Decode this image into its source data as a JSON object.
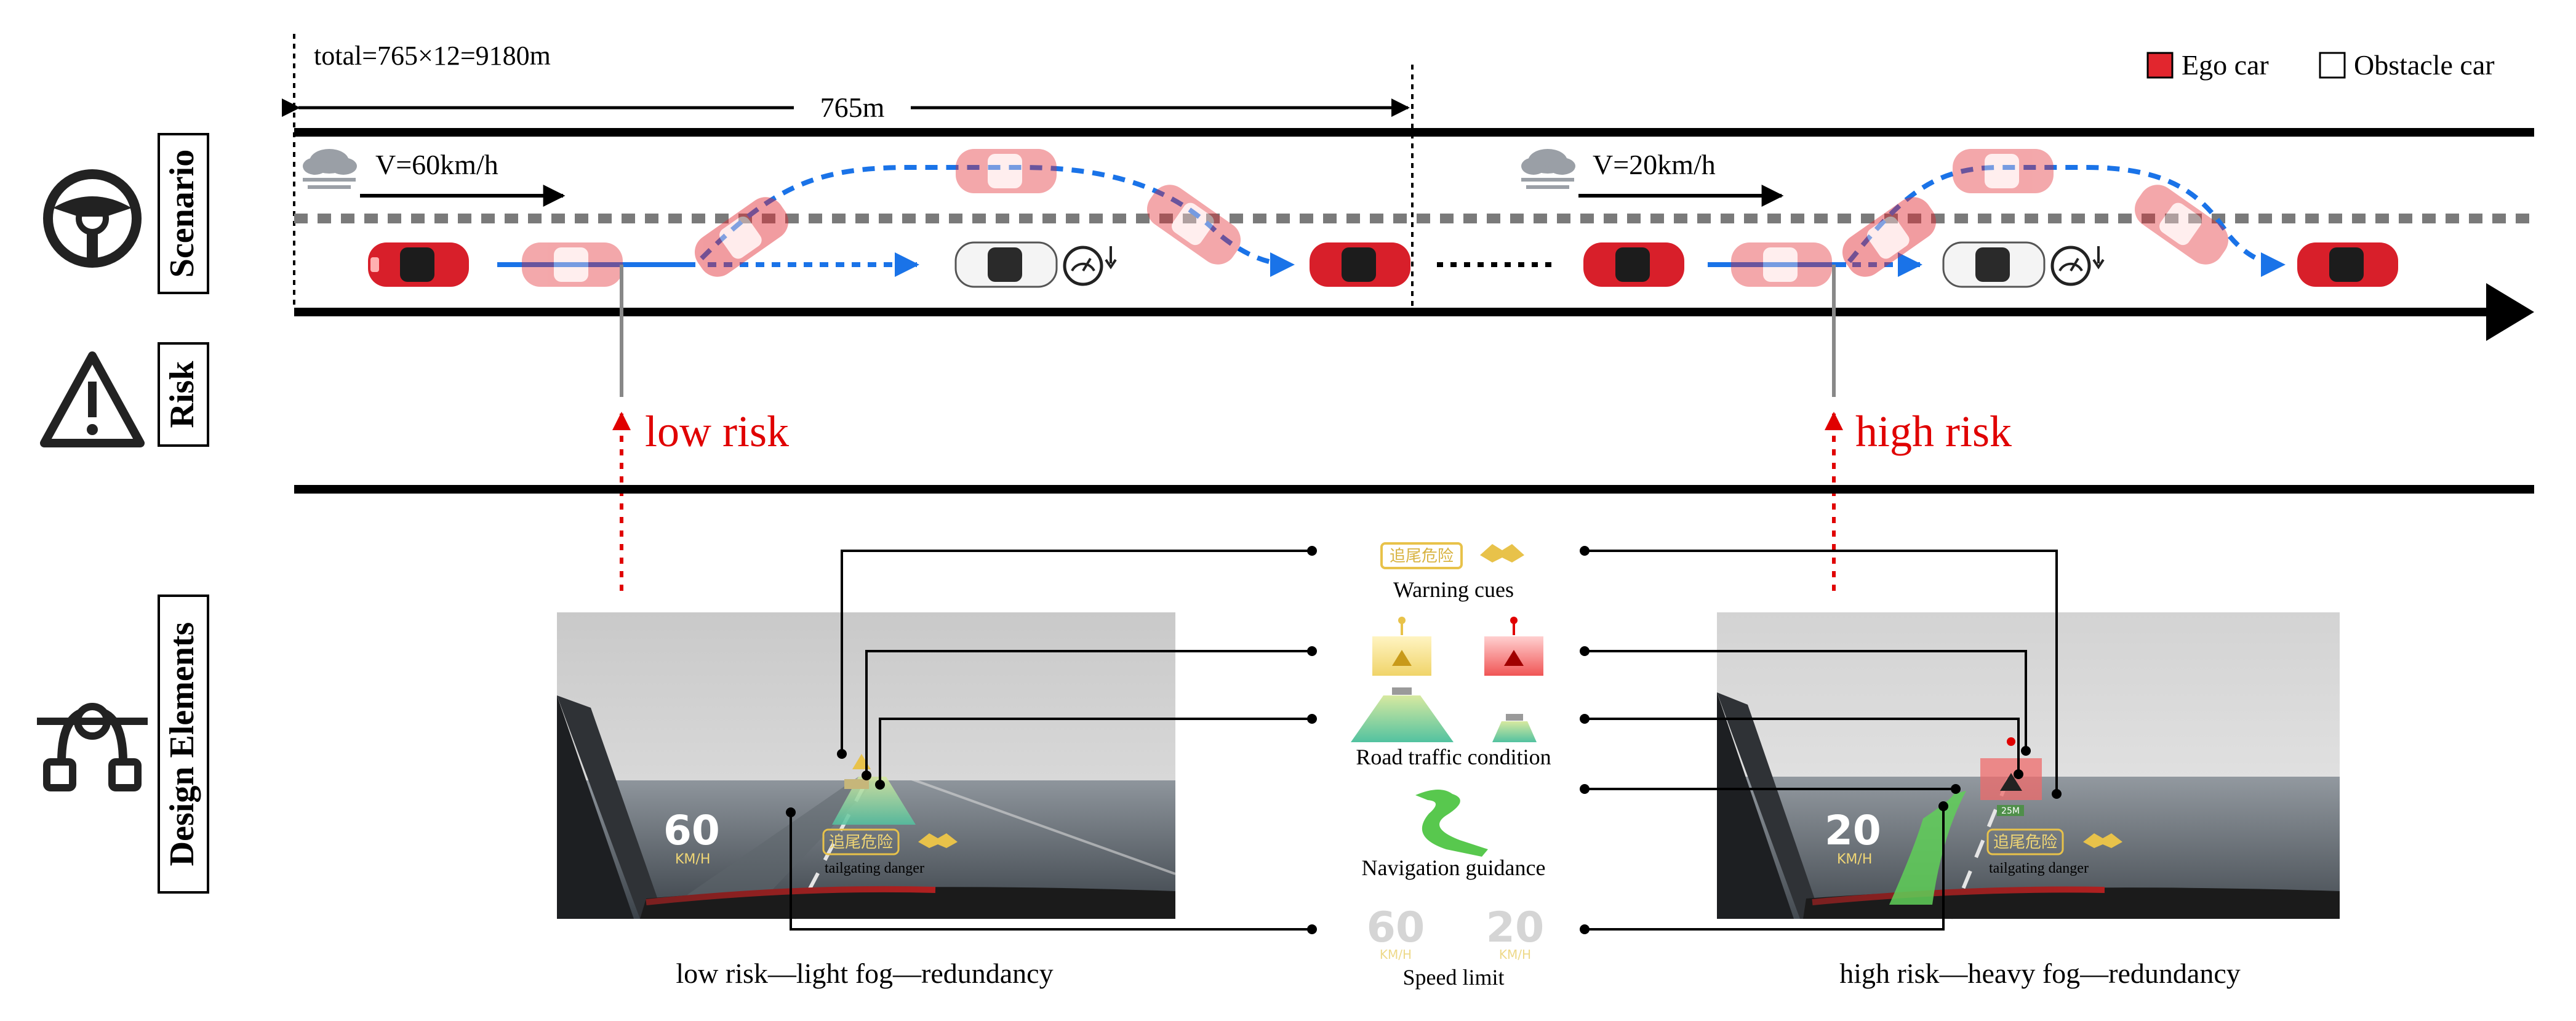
{
  "header": {
    "total_formula": "total=765×12=9180m",
    "segment_length": "765m"
  },
  "legend": {
    "ego_label": "Ego car",
    "obstacle_label": "Obstacle car",
    "ego_color": "#e2262e",
    "obstacle_color": "#ffffff"
  },
  "rows": {
    "scenario": "Scenario",
    "risk": "Risk",
    "design": "Design Elements"
  },
  "left_scene": {
    "speed": "V=60km/h",
    "risk_label": "low risk"
  },
  "right_scene": {
    "speed": "V=20km/h",
    "risk_label": "high risk"
  },
  "elements": {
    "warning_cues": "Warning cues",
    "warning_chip": "追尾危险",
    "road_traffic": "Road traffic condition",
    "navigation": "Navigation guidance",
    "speed_limit": "Speed limit",
    "speed_low": "60",
    "speed_high": "20",
    "speed_unit": "KM/H"
  },
  "hud_left": {
    "speed": "60",
    "unit": "KM/H",
    "warning_chip": "追尾危险",
    "warning_text": "tailgating danger",
    "caption": "low risk—light fog—redundancy"
  },
  "hud_right": {
    "speed": "20",
    "unit": "KM/H",
    "distance": "25M",
    "warning_chip": "追尾危险",
    "warning_text": "tailgating danger",
    "caption": "high risk—heavy fog—redundancy"
  },
  "colors": {
    "ego_red": "#e2262e",
    "trajectory_blue": "#1a73e8",
    "risk_red": "#e00000",
    "warning_yellow": "#e8c24a",
    "traffic_green": "#8fd18c"
  }
}
